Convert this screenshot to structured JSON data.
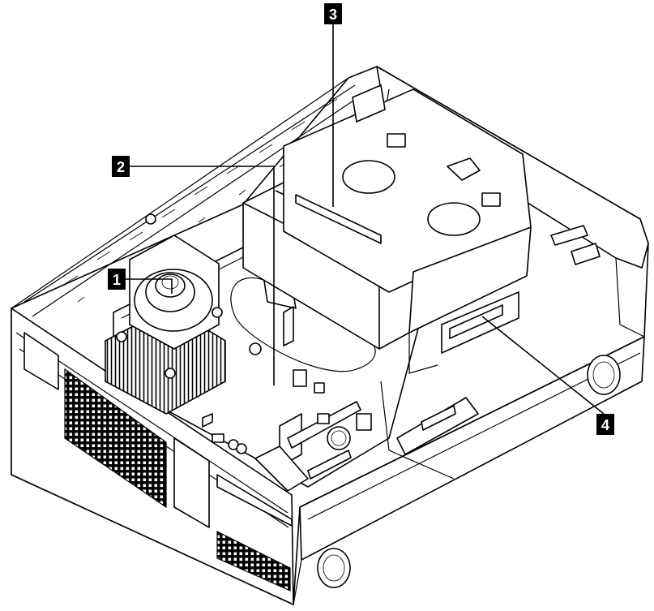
{
  "callouts": [
    {
      "id": "1",
      "label": "1"
    },
    {
      "id": "2",
      "label": "2"
    },
    {
      "id": "3",
      "label": "3"
    },
    {
      "id": "4",
      "label": "4"
    }
  ],
  "colors": {
    "line": "#000000",
    "background": "#ffffff",
    "callout_fill": "#000000",
    "callout_text": "#ffffff"
  }
}
